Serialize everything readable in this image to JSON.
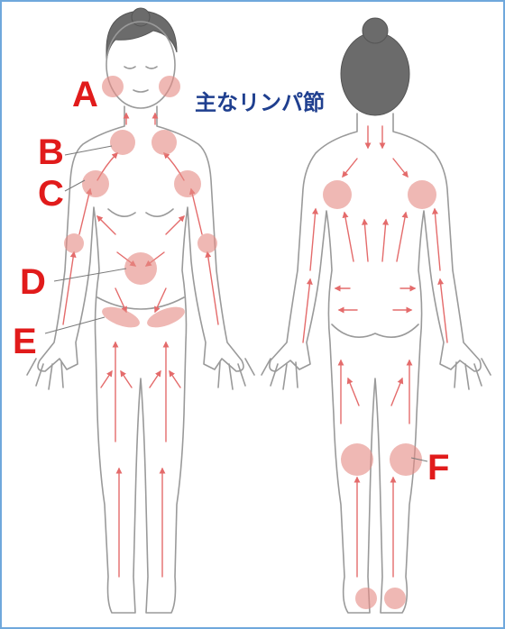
{
  "title": "主なリンパ節",
  "labels": {
    "a": "A",
    "b": "B",
    "c": "C",
    "d": "D",
    "e": "E",
    "f": "F"
  },
  "colors": {
    "frame": "#6fa8dc",
    "node": "#e58c86",
    "flow": "#e46b6b",
    "label": "#e11b1b",
    "title": "#1f3f8f"
  }
}
